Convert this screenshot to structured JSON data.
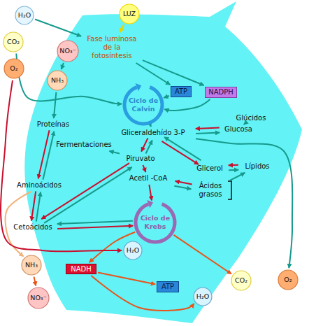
{
  "diagram": {
    "nodes": [
      {
        "text": [
          "LUZ"
        ]
      },
      {
        "text": [
          "H₂O"
        ]
      },
      {
        "text": [
          "CO₂"
        ]
      },
      {
        "text": [
          "O₂"
        ]
      },
      {
        "text": [
          "NO₃⁻"
        ]
      },
      {
        "text": [
          "NH₃"
        ]
      },
      {
        "text": [
          "Fase luminosa de la fotosíntesis"
        ]
      },
      {
        "text": [
          "Ciclo de Calvin"
        ]
      },
      {
        "text": [
          "ATP"
        ]
      },
      {
        "text": [
          "NADPH"
        ]
      },
      {
        "text": [
          "Glúcidos"
        ]
      },
      {
        "text": [
          "Glucosa"
        ]
      },
      {
        "text": [
          "Gliceraldehído 3-P"
        ]
      },
      {
        "text": [
          "Proteínas"
        ]
      },
      {
        "text": [
          "Fermentaciones"
        ]
      },
      {
        "text": [
          "Piruvato"
        ]
      },
      {
        "text": [
          "Acetil -CoA"
        ]
      },
      {
        "text": [
          "Glicerol"
        ]
      },
      {
        "text": [
          "Lípidos"
        ]
      },
      {
        "text": [
          "Ácidos grasos"
        ]
      },
      {
        "text": [
          "Aminoácidos"
        ]
      },
      {
        "text": [
          "Ciclo de Krebs"
        ]
      },
      {
        "text": [
          "Cetoácidos"
        ]
      },
      {
        "text": [
          "H₂O"
        ]
      },
      {
        "text": [
          "CO₂"
        ]
      },
      {
        "text": [
          "O₂"
        ]
      },
      {
        "text": [
          "NADH"
        ]
      },
      {
        "text": [
          "NH₃"
        ]
      },
      {
        "text": [
          "NO₃⁻"
        ]
      },
      {
        "text": [
          "ATP"
        ]
      },
      {
        "text": [
          "H₂O"
        ]
      }
    ],
    "edges": [
      {
        "from": 1,
        "to": 6,
        "arrow": "to"
      },
      {
        "from": 0,
        "to": 6,
        "arrow": "to"
      },
      {
        "from": 2,
        "to": 7,
        "arrow": "to"
      },
      {
        "from": 6,
        "to": 8,
        "arrow": "to"
      },
      {
        "from": 6,
        "to": 9,
        "arrow": "to"
      },
      {
        "from": 8,
        "to": 7,
        "arrow": "to"
      },
      {
        "from": 9,
        "to": 7,
        "arrow": "to"
      },
      {
        "from": 7,
        "to": 12,
        "arrow": "to"
      },
      {
        "from": 12,
        "to": 11,
        "arrow": "to"
      },
      {
        "from": 11,
        "to": 12,
        "arrow": "to"
      },
      {
        "from": 11,
        "to": 10,
        "arrow": "to"
      },
      {
        "from": 12,
        "to": 15,
        "arrow": "to"
      },
      {
        "from": 15,
        "to": 12,
        "arrow": "to"
      },
      {
        "from": 12,
        "to": 17,
        "arrow": "to"
      },
      {
        "from": 17,
        "to": 12,
        "arrow": "to"
      },
      {
        "from": 12,
        "to": 25,
        "arrow": "to"
      },
      {
        "from": 15,
        "to": 14,
        "arrow": "to"
      },
      {
        "from": 15,
        "to": 16,
        "arrow": "to"
      },
      {
        "from": 16,
        "to": 21,
        "arrow": "to"
      },
      {
        "from": 19,
        "to": 16,
        "arrow": "to"
      },
      {
        "from": 16,
        "to": 19,
        "arrow": "to"
      },
      {
        "from": 17,
        "to": 18,
        "arrow": "to"
      },
      {
        "from": 18,
        "to": 17,
        "arrow": "to"
      },
      {
        "from": 19,
        "to": 18,
        "arrow": "to"
      },
      {
        "from": 13,
        "to": 20,
        "arrow": "to"
      },
      {
        "from": 20,
        "to": 13,
        "arrow": "to"
      },
      {
        "from": 5,
        "to": 13,
        "arrow": "to"
      },
      {
        "from": 4,
        "to": 5,
        "arrow": "to"
      },
      {
        "from": 20,
        "to": 22,
        "arrow": "to"
      },
      {
        "from": 22,
        "to": 20,
        "arrow": "to"
      },
      {
        "from": 22,
        "to": 21,
        "arrow": "to"
      },
      {
        "from": 21,
        "to": 22,
        "arrow": "to"
      },
      {
        "from": 22,
        "to": 15,
        "arrow": "to"
      },
      {
        "from": 15,
        "to": 22,
        "arrow": "to"
      },
      {
        "from": 20,
        "to": 27,
        "arrow": "to"
      },
      {
        "from": 27,
        "to": 28,
        "arrow": "to"
      },
      {
        "from": 21,
        "to": 24,
        "arrow": "to"
      },
      {
        "from": 21,
        "to": 26,
        "arrow": "to"
      },
      {
        "from": 3,
        "to": 23,
        "arrow": "to"
      },
      {
        "from": 26,
        "to": 29,
        "arrow": "to"
      },
      {
        "from": 26,
        "to": 30,
        "arrow": "to"
      }
    ]
  }
}
